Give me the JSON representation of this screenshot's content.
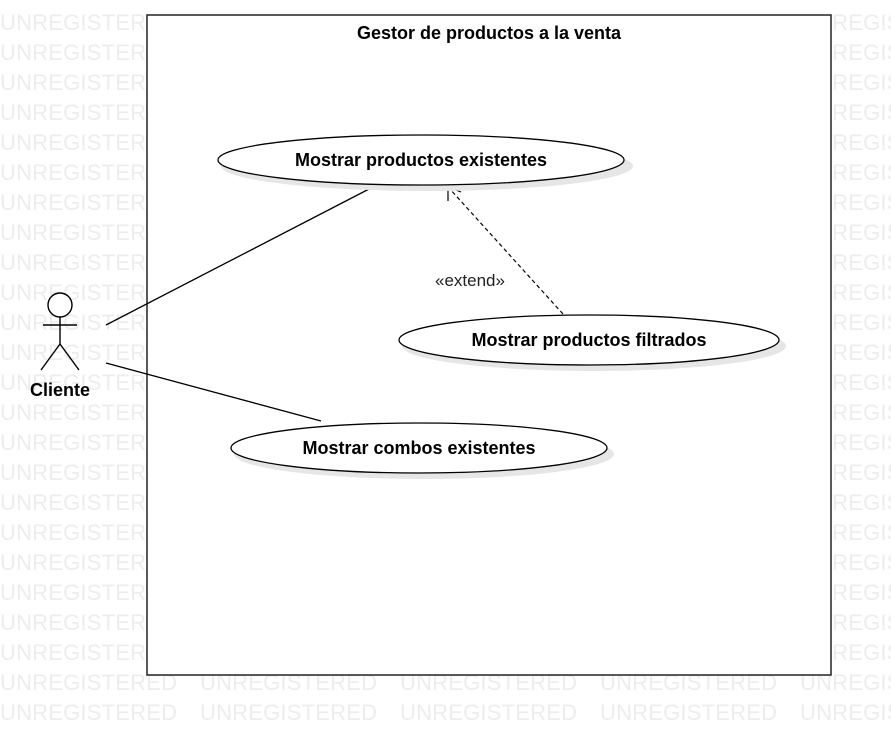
{
  "watermark": {
    "text": "UNREGISTERED"
  },
  "system": {
    "title": "Gestor de productos a la venta"
  },
  "actor": {
    "name": "Cliente"
  },
  "use_cases": {
    "mostrar_productos": "Mostrar productos existentes",
    "mostrar_filtrados": "Mostrar productos filtrados",
    "mostrar_combos": "Mostrar combos existentes"
  },
  "relationships": {
    "extend_label": "«extend»"
  }
}
